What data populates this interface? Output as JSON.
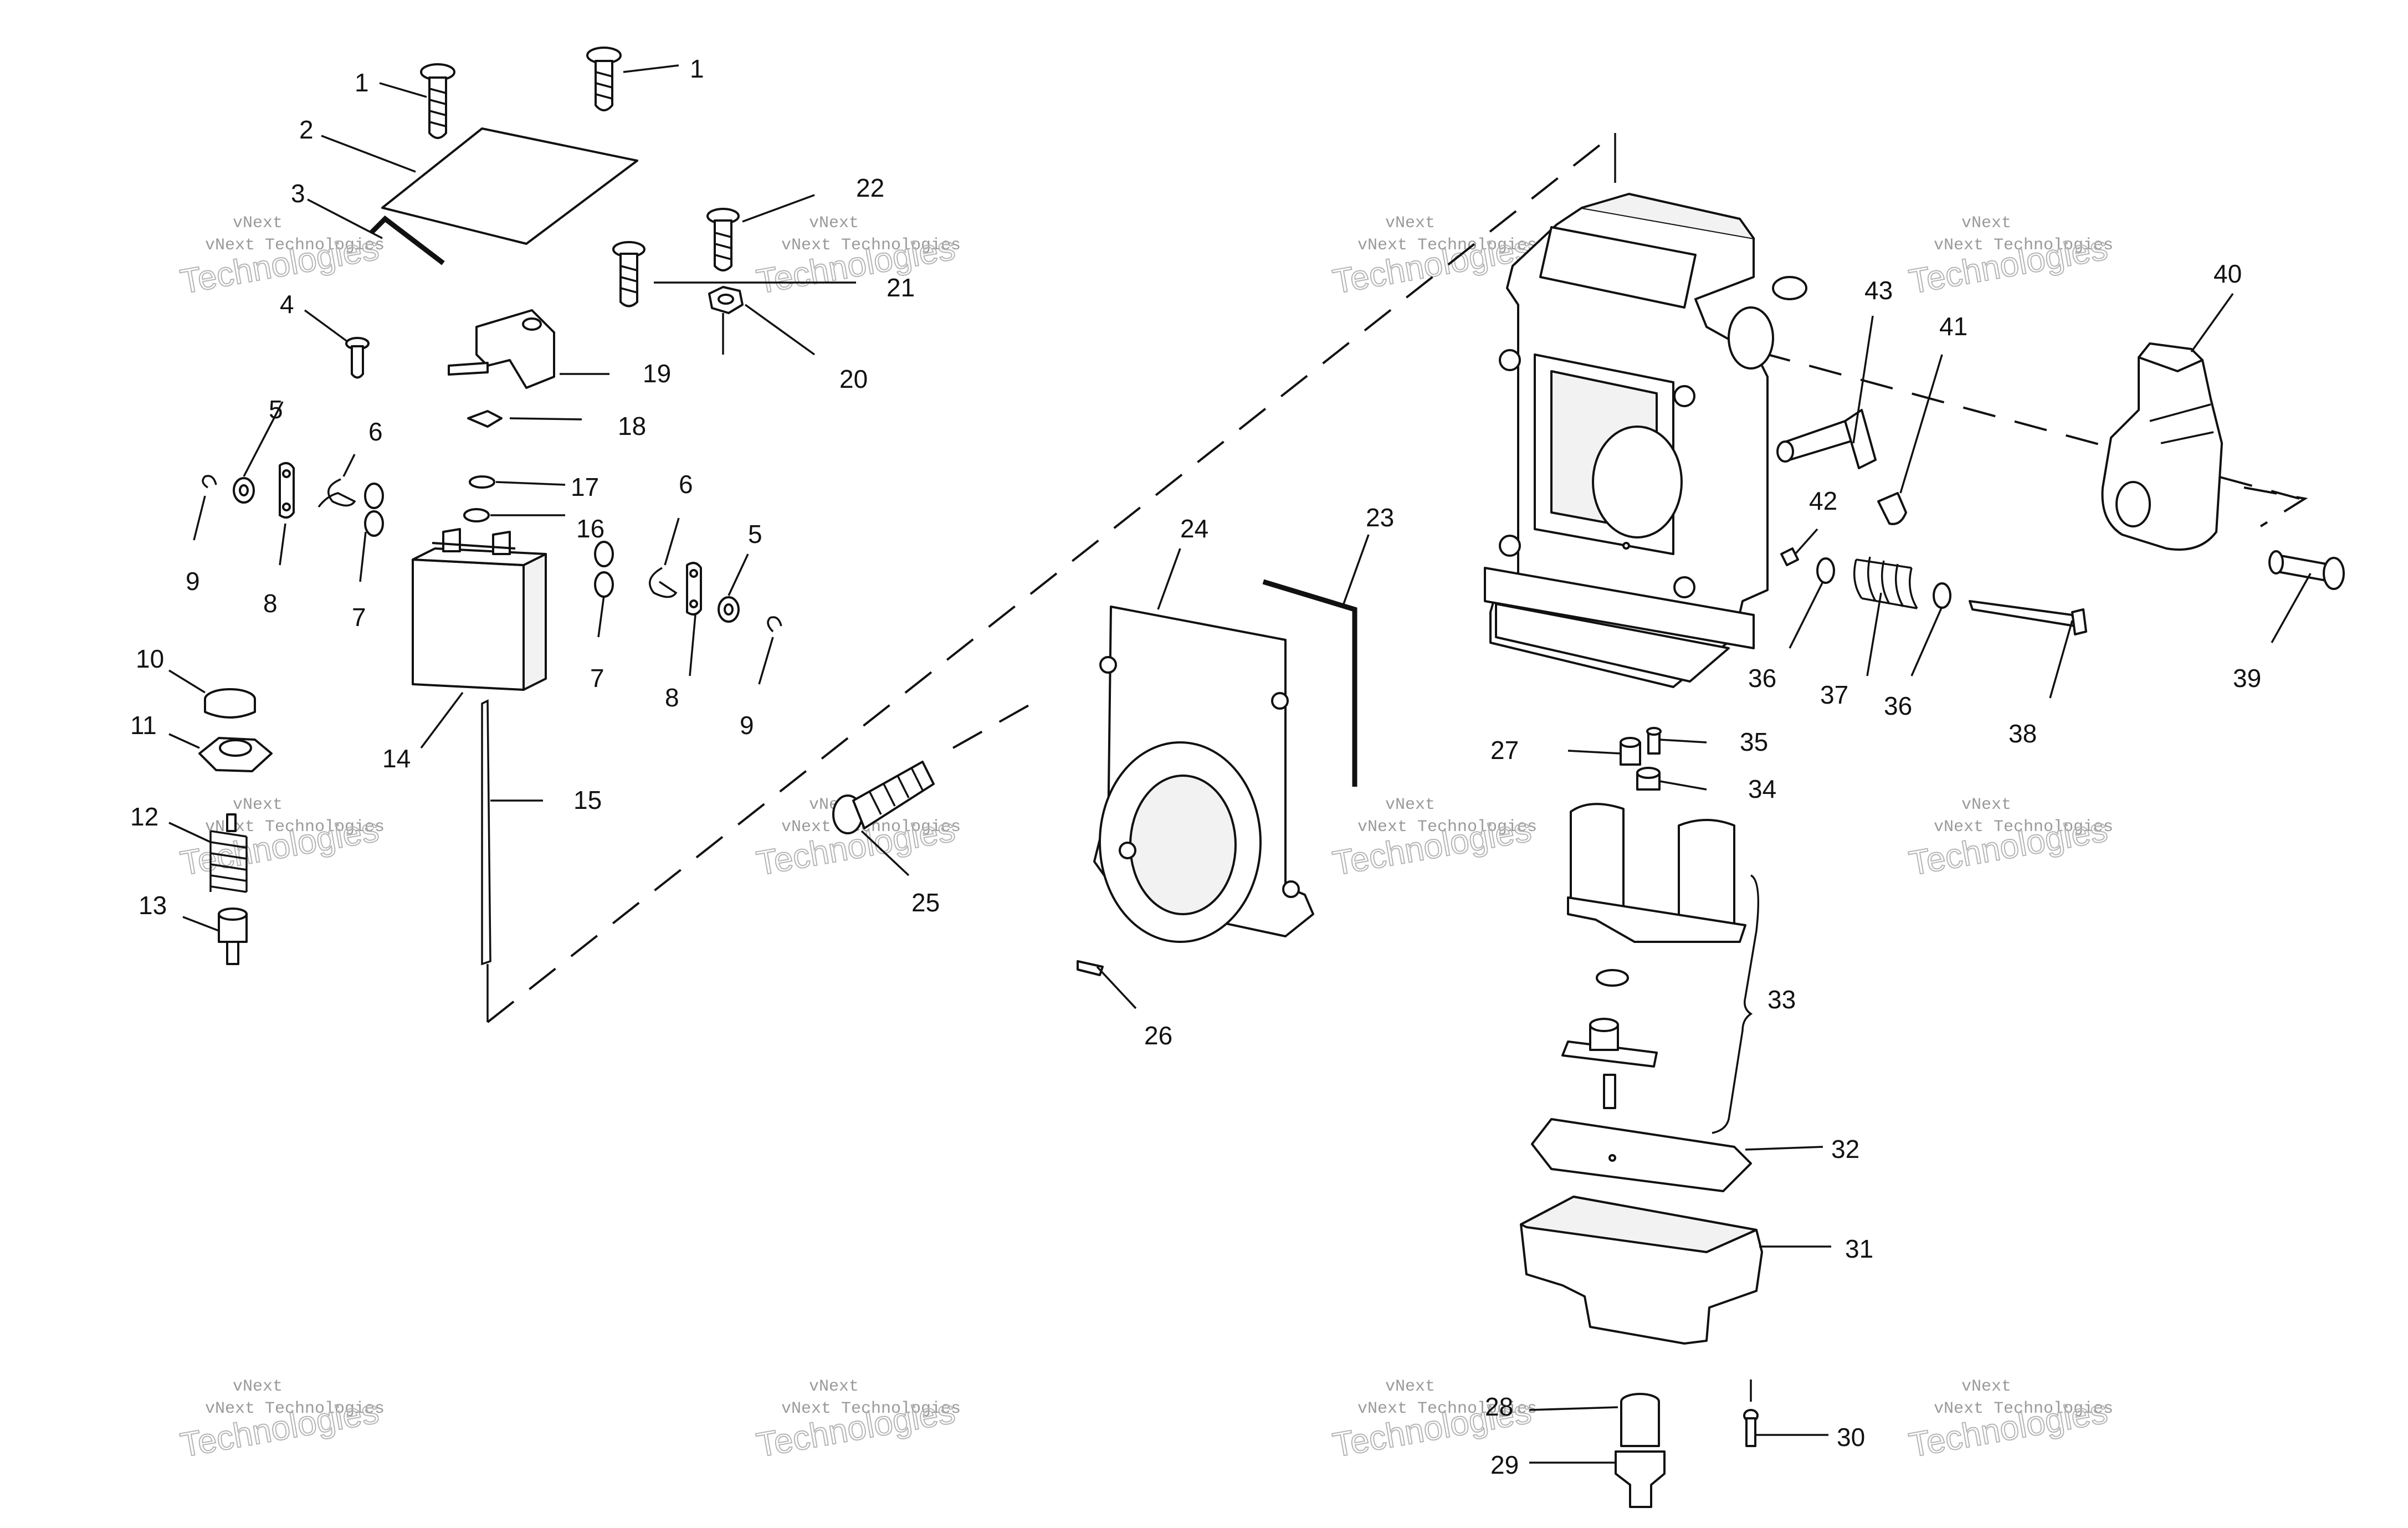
{
  "callouts": [
    {
      "id": "c1a",
      "label": "1"
    },
    {
      "id": "c1b",
      "label": "1"
    },
    {
      "id": "c2",
      "label": "2"
    },
    {
      "id": "c3",
      "label": "3"
    },
    {
      "id": "c4",
      "label": "4"
    },
    {
      "id": "c5a",
      "label": "5"
    },
    {
      "id": "c5b",
      "label": "5"
    },
    {
      "id": "c6a",
      "label": "6"
    },
    {
      "id": "c6b",
      "label": "6"
    },
    {
      "id": "c7a",
      "label": "7"
    },
    {
      "id": "c7b",
      "label": "7"
    },
    {
      "id": "c8a",
      "label": "8"
    },
    {
      "id": "c8b",
      "label": "8"
    },
    {
      "id": "c9a",
      "label": "9"
    },
    {
      "id": "c9b",
      "label": "9"
    },
    {
      "id": "c10",
      "label": "10"
    },
    {
      "id": "c11",
      "label": "11"
    },
    {
      "id": "c12",
      "label": "12"
    },
    {
      "id": "c13",
      "label": "13"
    },
    {
      "id": "c14",
      "label": "14"
    },
    {
      "id": "c15",
      "label": "15"
    },
    {
      "id": "c16",
      "label": "16"
    },
    {
      "id": "c17",
      "label": "17"
    },
    {
      "id": "c18",
      "label": "18"
    },
    {
      "id": "c19",
      "label": "19"
    },
    {
      "id": "c20",
      "label": "20"
    },
    {
      "id": "c21",
      "label": "21"
    },
    {
      "id": "c22",
      "label": "22"
    },
    {
      "id": "c23",
      "label": "23"
    },
    {
      "id": "c24",
      "label": "24"
    },
    {
      "id": "c25",
      "label": "25"
    },
    {
      "id": "c26",
      "label": "26"
    },
    {
      "id": "c27",
      "label": "27"
    },
    {
      "id": "c28",
      "label": "28"
    },
    {
      "id": "c29",
      "label": "29"
    },
    {
      "id": "c30",
      "label": "30"
    },
    {
      "id": "c31",
      "label": "31"
    },
    {
      "id": "c32",
      "label": "32"
    },
    {
      "id": "c33",
      "label": "33"
    },
    {
      "id": "c34",
      "label": "34"
    },
    {
      "id": "c35",
      "label": "35"
    },
    {
      "id": "c36a",
      "label": "36"
    },
    {
      "id": "c36b",
      "label": "36"
    },
    {
      "id": "c37",
      "label": "37"
    },
    {
      "id": "c38",
      "label": "38"
    },
    {
      "id": "c39",
      "label": "39"
    },
    {
      "id": "c40",
      "label": "40"
    },
    {
      "id": "c41",
      "label": "41"
    },
    {
      "id": "c42",
      "label": "42"
    },
    {
      "id": "c43",
      "label": "43"
    }
  ],
  "watermark": {
    "line1": "vNext",
    "line2": "vNext Technologies",
    "line3": "Technologies"
  }
}
